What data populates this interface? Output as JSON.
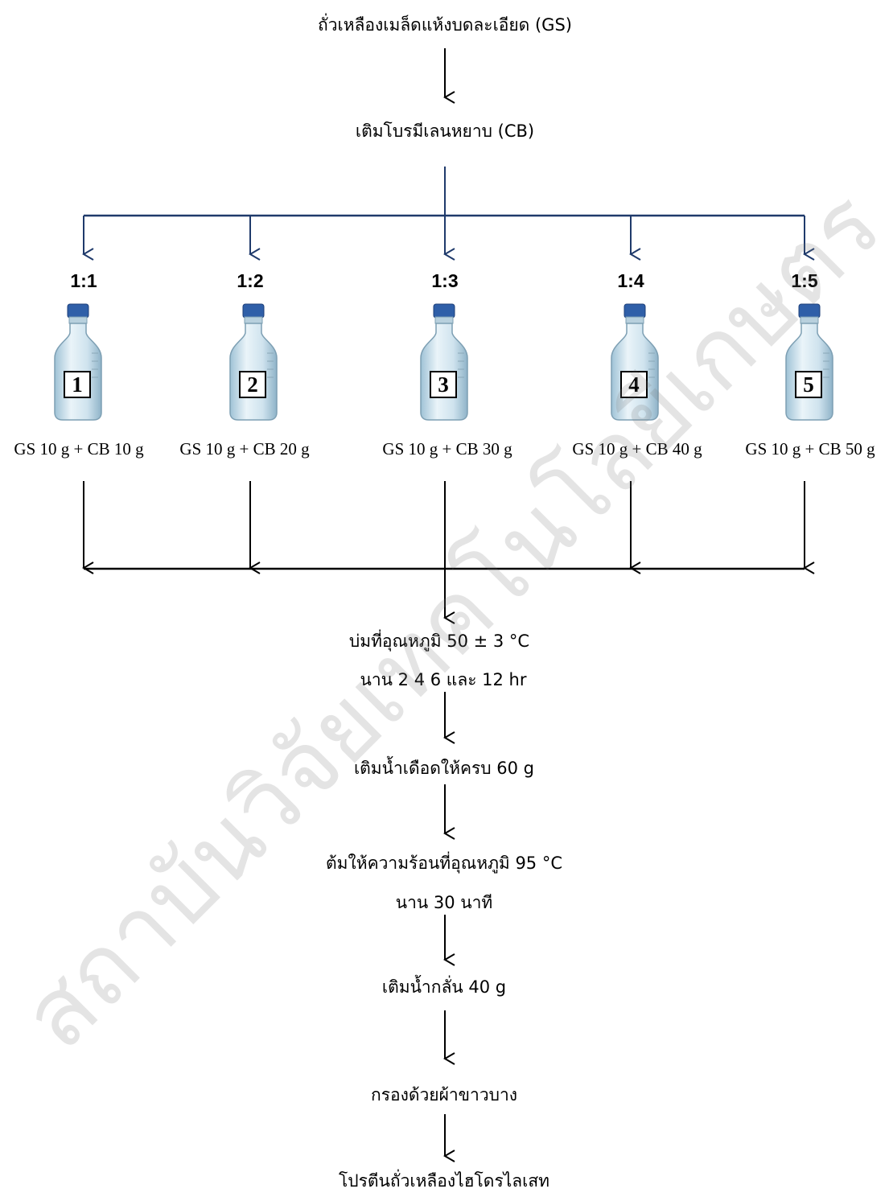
{
  "steps": {
    "start": "ถั่วเหลืองเมล็ดแห้งบดละเอียด (GS)",
    "add_enzyme": "เติมโบรมีเลนหยาบ (CB)",
    "incubate_line1": "บ่มที่อุณหภูมิ  50 ± 3 °C",
    "incubate_line2": "นาน  2  4  6  และ  12  hr",
    "add_boiling_water": "เติมน้ำเดือดให้ครบ 60  g",
    "heat_line1": "ต้มให้ความร้อนที่อุณหภูมิ  95 °C",
    "heat_line2": "นาน 30  นาที",
    "add_distilled_water": "เติมน้ำกลั่น  40  g",
    "filter": "กรองด้วยผ้าขาวบาง",
    "product": "โปรตีนถั่วเหลืองไฮโดรไลเสท"
  },
  "branches": [
    {
      "ratio": "1:1",
      "number": "1",
      "formula": "GS 10 g + CB 10 g"
    },
    {
      "ratio": "1:2",
      "number": "2",
      "formula": "GS 10 g + CB 20 g"
    },
    {
      "ratio": "1:3",
      "number": "3",
      "formula": "GS 10 g + CB 30 g"
    },
    {
      "ratio": "1:4",
      "number": "4",
      "formula": "GS 10 g + CB 40 g"
    },
    {
      "ratio": "1:5",
      "number": "5",
      "formula": "GS 10 g + CB 50 g"
    }
  ],
  "watermark": "สถาบันวิจัยเทคโนโลยีเกษตร",
  "colors": {
    "branch_lines": "#1f3a6b",
    "flow_lines": "#000000",
    "bottle_cap": "#2f5fa8",
    "bottle_glass": "#cfe3ee"
  }
}
